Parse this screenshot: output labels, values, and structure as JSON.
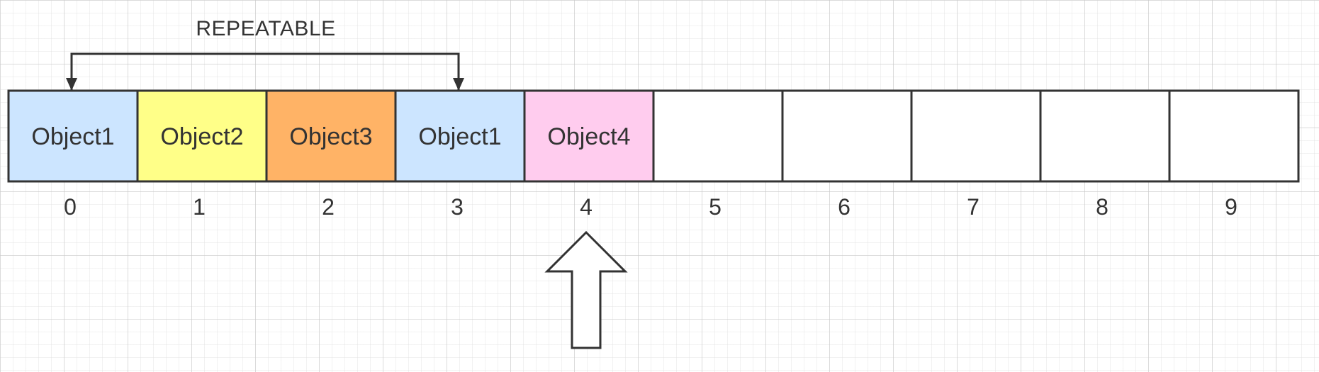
{
  "diagram": {
    "repeat_label": "REPEATABLE",
    "cells": [
      {
        "index": "0",
        "label": "Object1",
        "color": "#cce5ff"
      },
      {
        "index": "1",
        "label": "Object2",
        "color": "#ffff88"
      },
      {
        "index": "2",
        "label": "Object3",
        "color": "#ffb366"
      },
      {
        "index": "3",
        "label": "Object1",
        "color": "#cce5ff"
      },
      {
        "index": "4",
        "label": "Object4",
        "color": "#ffccee"
      },
      {
        "index": "5",
        "label": "",
        "color": "#ffffff"
      },
      {
        "index": "6",
        "label": "",
        "color": "#ffffff"
      },
      {
        "index": "7",
        "label": "",
        "color": "#ffffff"
      },
      {
        "index": "8",
        "label": "",
        "color": "#ffffff"
      },
      {
        "index": "9",
        "label": "",
        "color": "#ffffff"
      }
    ],
    "pointer_index": 4,
    "repeat_from_index": 0,
    "repeat_to_index": 3
  }
}
